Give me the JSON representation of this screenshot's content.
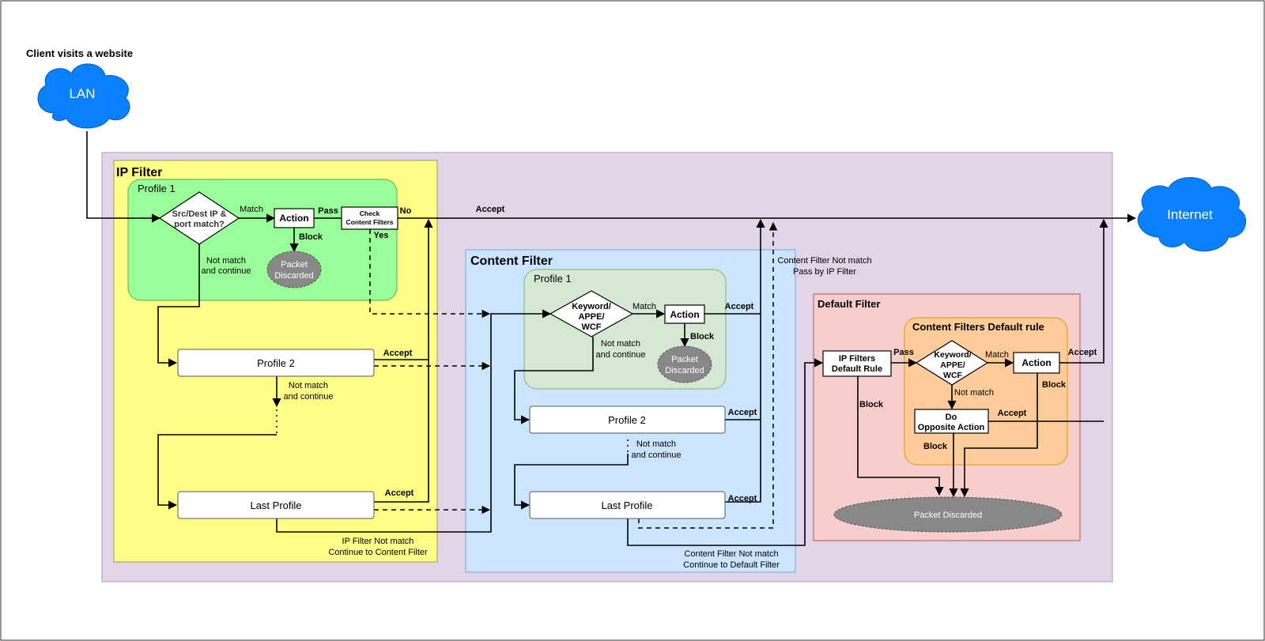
{
  "colors": {
    "outer_region": "#e1d5e7",
    "ip_filter": "#ffff88",
    "ip_profile1": "#99ff99",
    "content_filter": "#cce5ff",
    "content_profile1": "#d5e8d4",
    "default_filter": "#f8cecc",
    "content_default_rule": "#ffcc99",
    "cloud": "#0a80ff",
    "discard": "#888888"
  },
  "header": {
    "title": "Client visits a website"
  },
  "clouds": {
    "lan": "LAN",
    "internet": "Internet"
  },
  "ip_filter": {
    "title": "IP Filter",
    "profile1": {
      "title": "Profile 1",
      "decision": [
        "Src/Dest IP &",
        "port match?"
      ],
      "match_label": "Match",
      "action": "Action",
      "pass_label": "Pass",
      "check": [
        "Check",
        "Content Filters"
      ],
      "no_label": "No",
      "yes_label": "Yes",
      "block_label": "Block",
      "discard": [
        "Packet",
        "Discarded"
      ],
      "not_match": [
        "Not match",
        "and continue"
      ]
    },
    "profile2": "Profile 2",
    "profile2_accept": "Accept",
    "not_match": [
      "Not match",
      "and continue"
    ],
    "last_profile": "Last Profile",
    "last_accept": "Accept",
    "exit_note": [
      "IP Filter Not match",
      "Continue to Content Filter"
    ]
  },
  "accept_top": "Accept",
  "content_filter": {
    "title": "Content Filter",
    "profile1": {
      "title": "Profile 1",
      "decision": [
        "Keyword/",
        "APPE/",
        "WCF"
      ],
      "match_label": "Match",
      "action": "Action",
      "accept_label": "Accept",
      "block_label": "Block",
      "discard": [
        "Packet",
        "Discarded"
      ],
      "not_match": [
        "Not match",
        "and continue"
      ]
    },
    "profile2": "Profile 2",
    "profile2_accept": "Accept",
    "not_match": [
      "Not match",
      "and continue"
    ],
    "last_profile": "Last Profile",
    "last_accept": "Accept",
    "pass_note": [
      "Content Filter Not match",
      "Pass by IP Filter"
    ],
    "exit_note": [
      "Content Filter Not match",
      "Continue to Default Filter"
    ]
  },
  "default_filter": {
    "title": "Default Filter",
    "ip_rule": [
      "IP Filters",
      "Default Rule"
    ],
    "pass_label": "Pass",
    "block_label": "Block",
    "content_rule": {
      "title": "Content Filters Default rule",
      "decision": [
        "Keyword/",
        "APPE/",
        "WCF"
      ],
      "match_label": "Match",
      "action": "Action",
      "accept_label": "Accept",
      "block_label": "Block",
      "not_match_label": "Not match",
      "opposite": [
        "Do",
        "Opposite Action"
      ],
      "opposite_accept": "Accept",
      "opposite_block": "Block"
    },
    "discard": "Packet Discarded"
  }
}
